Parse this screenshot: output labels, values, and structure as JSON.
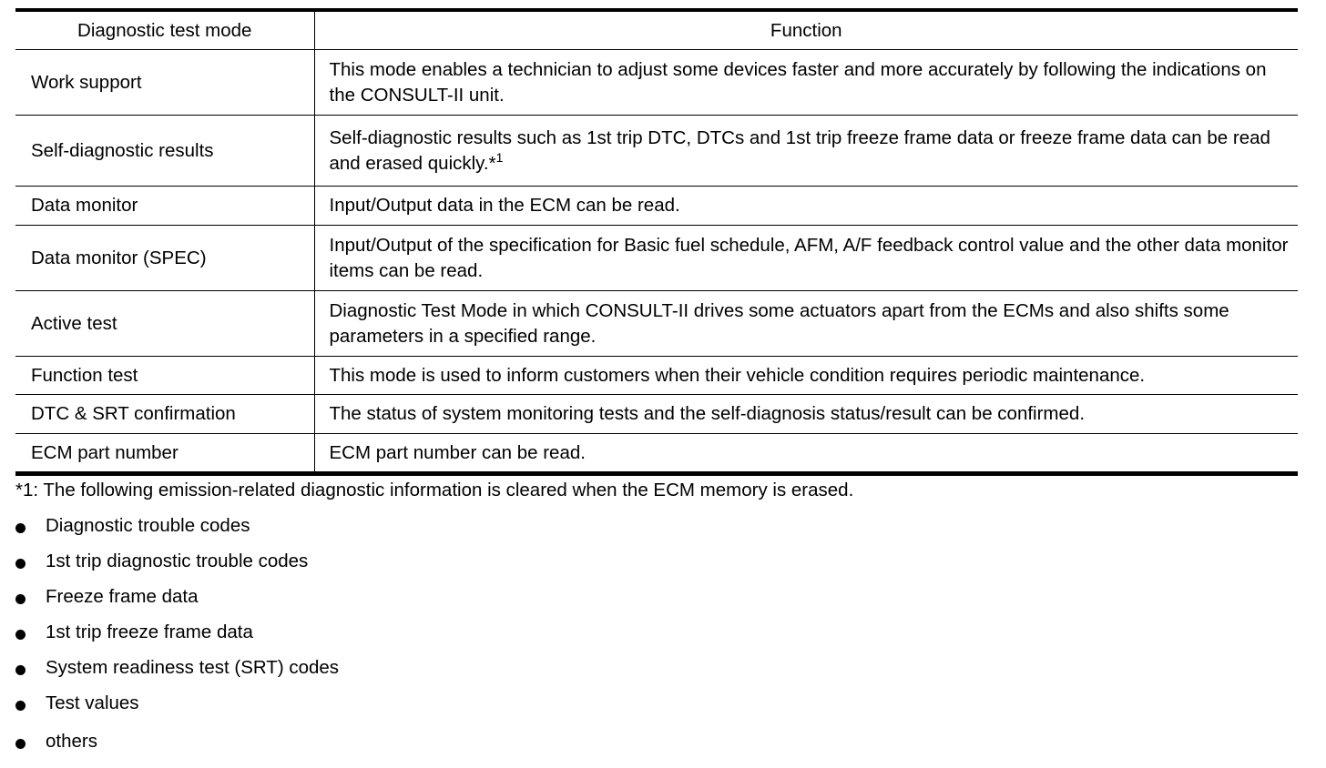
{
  "table": {
    "headers": [
      "Diagnostic test mode",
      "Function"
    ],
    "rows": [
      {
        "mode": "Work support",
        "function": "This mode enables a technician to adjust some devices faster and more accurately by following the indications on the CONSULT-II unit."
      },
      {
        "mode": "Self-diagnostic results",
        "function": "Self-diagnostic results such as 1st trip DTC, DTCs and 1st trip freeze frame data or freeze frame data can be read and erased quickly.*",
        "function_sup": "1"
      },
      {
        "mode": "Data monitor",
        "function": "Input/Output data in the ECM can be read."
      },
      {
        "mode": "Data monitor (SPEC)",
        "function": "Input/Output of the specification for Basic fuel schedule, AFM, A/F feedback control value and the other data monitor items can be read."
      },
      {
        "mode": "Active test",
        "function": "Diagnostic Test Mode in which CONSULT-II drives some actuators apart from the ECMs and also shifts some parameters in a specified range."
      },
      {
        "mode": "Function test",
        "function": "This mode is used to inform customers when their vehicle condition requires periodic maintenance."
      },
      {
        "mode": "DTC & SRT confirmation",
        "function": "The status of system monitoring tests and the self-diagnosis status/result can be confirmed."
      },
      {
        "mode": "ECM part number",
        "function": "ECM part number can be read."
      }
    ]
  },
  "footnote": "*1: The following emission-related diagnostic information is cleared when the ECM memory is erased.",
  "bullets": [
    "Diagnostic trouble codes",
    "1st trip diagnostic trouble codes",
    "Freeze frame data",
    "1st trip freeze frame data",
    "System readiness test (SRT) codes",
    "Test values",
    "others"
  ]
}
